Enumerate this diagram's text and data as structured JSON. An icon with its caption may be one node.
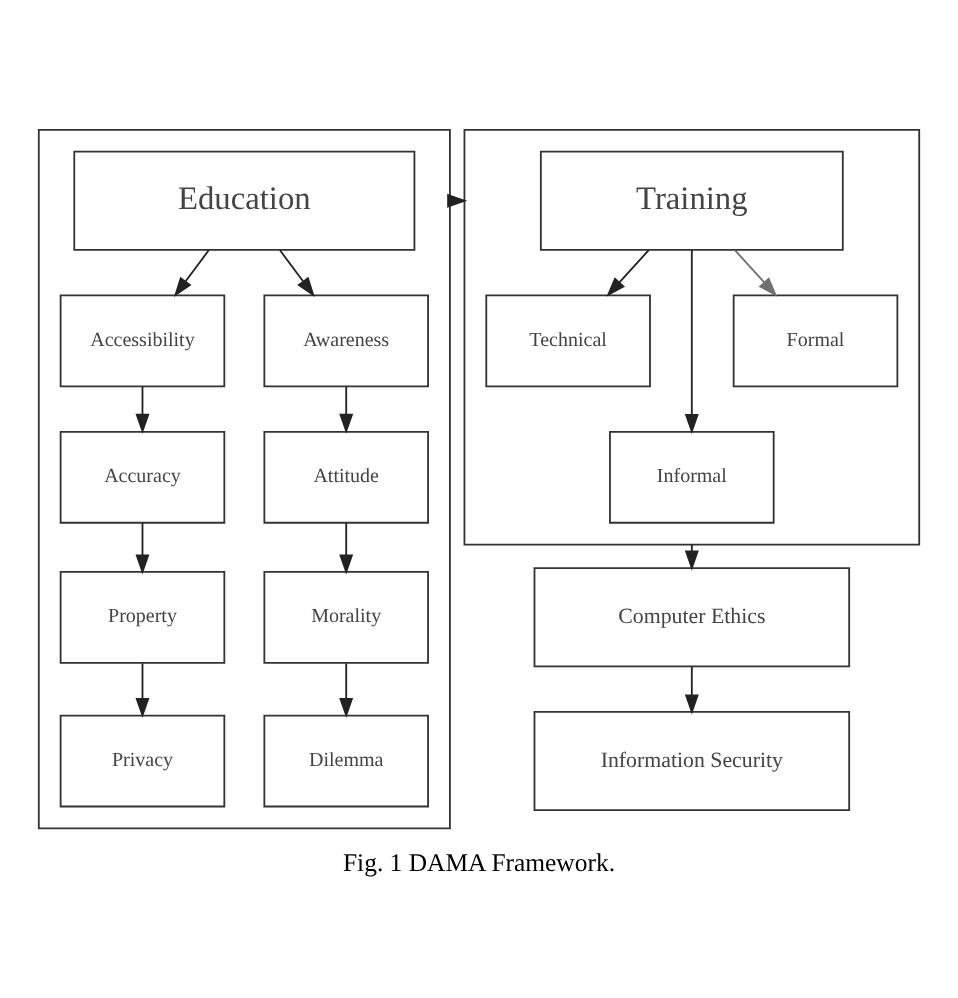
{
  "diagram": {
    "caption": "Fig. 1 DAMA Framework.",
    "nodes": [
      {
        "text": [],
        "shape": "box"
      },
      {
        "text": [
          "Education"
        ],
        "in": 0
      },
      {
        "text": [
          "Accessibility"
        ],
        "in": 0
      },
      {
        "text": [
          "Awareness"
        ],
        "in": 0
      },
      {
        "text": [
          "Accuracy"
        ],
        "in": 0
      },
      {
        "text": [
          "Attitude"
        ],
        "in": 0
      },
      {
        "text": [
          "Property"
        ],
        "in": 0
      },
      {
        "text": [
          "Morality"
        ],
        "in": 0
      },
      {
        "text": [
          "Privacy"
        ],
        "in": 0
      },
      {
        "text": [
          "Dilemma"
        ],
        "in": 0
      },
      {
        "text": [],
        "shape": "box"
      },
      {
        "text": [
          "Training"
        ],
        "in": 10
      },
      {
        "text": [
          "Technical"
        ],
        "in": 10
      },
      {
        "text": [
          "Formal"
        ],
        "in": 10
      },
      {
        "text": [
          "Informal"
        ],
        "in": 10
      },
      {
        "text": [
          "Computer Ethics"
        ]
      },
      {
        "text": [
          "Information Security"
        ]
      }
    ],
    "edges": [
      {
        "from": 0,
        "to": 10,
        "arrow": "to"
      },
      {
        "from": 1,
        "to": 2,
        "arrow": "to"
      },
      {
        "from": 1,
        "to": 3,
        "arrow": "to"
      },
      {
        "from": 2,
        "to": 4,
        "arrow": "to"
      },
      {
        "from": 4,
        "to": 6,
        "arrow": "to"
      },
      {
        "from": 6,
        "to": 8,
        "arrow": "to"
      },
      {
        "from": 3,
        "to": 5,
        "arrow": "to"
      },
      {
        "from": 5,
        "to": 7,
        "arrow": "to"
      },
      {
        "from": 7,
        "to": 9,
        "arrow": "to"
      },
      {
        "from": 11,
        "to": 12,
        "arrow": "to"
      },
      {
        "from": 11,
        "to": 13,
        "arrow": "to",
        "color": "#707070"
      },
      {
        "from": 11,
        "to": 14,
        "arrow": "to"
      },
      {
        "from": 10,
        "to": 15,
        "arrow": "to"
      },
      {
        "from": 15,
        "to": 16,
        "arrow": "to"
      }
    ]
  }
}
